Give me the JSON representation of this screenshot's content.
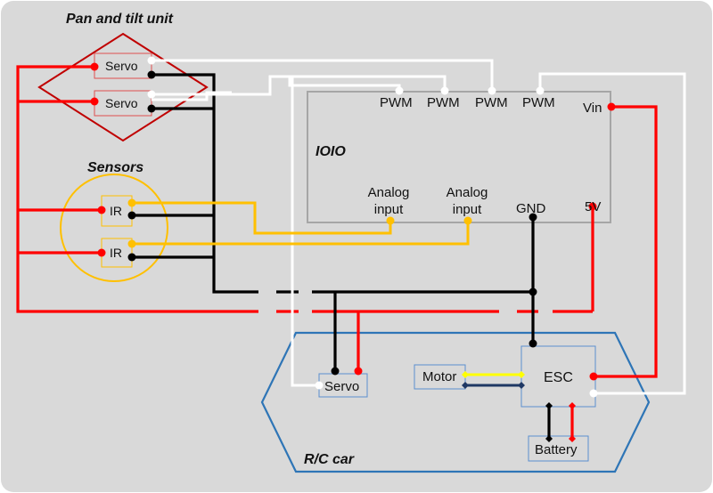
{
  "titles": {
    "pan_tilt": "Pan and tilt unit",
    "sensors": "Sensors",
    "ioio": "IOIO",
    "rc_car": "R/C car"
  },
  "pan_tilt": {
    "servo_top": "Servo",
    "servo_bottom": "Servo"
  },
  "sensors": {
    "ir_top": "IR",
    "ir_bottom": "IR"
  },
  "ioio": {
    "pwm_1": "PWM",
    "pwm_2": "PWM",
    "pwm_3": "PWM",
    "pwm_4": "PWM",
    "vin": "Vin",
    "analog_1": "Analog input",
    "analog_1_line1": "Analog",
    "analog_1_line2": "input",
    "analog_2_line1": "Analog",
    "analog_2_line2": "input",
    "gnd": "GND",
    "v5": "5V"
  },
  "car": {
    "servo": "Servo",
    "motor": "Motor",
    "esc": "ESC",
    "battery": "Battery"
  },
  "colors": {
    "background": "#d9d9d9",
    "power": "#ff0000",
    "ground": "#000000",
    "signal_pwm": "#ffffff",
    "signal_analog": "#ffc000",
    "pan_tilt_outline": "#c00000",
    "sensor_outline": "#ffc000",
    "car_outline": "#2e75b6",
    "box_fill": "#d9d9d9",
    "box_border": "#a6a6a6"
  }
}
